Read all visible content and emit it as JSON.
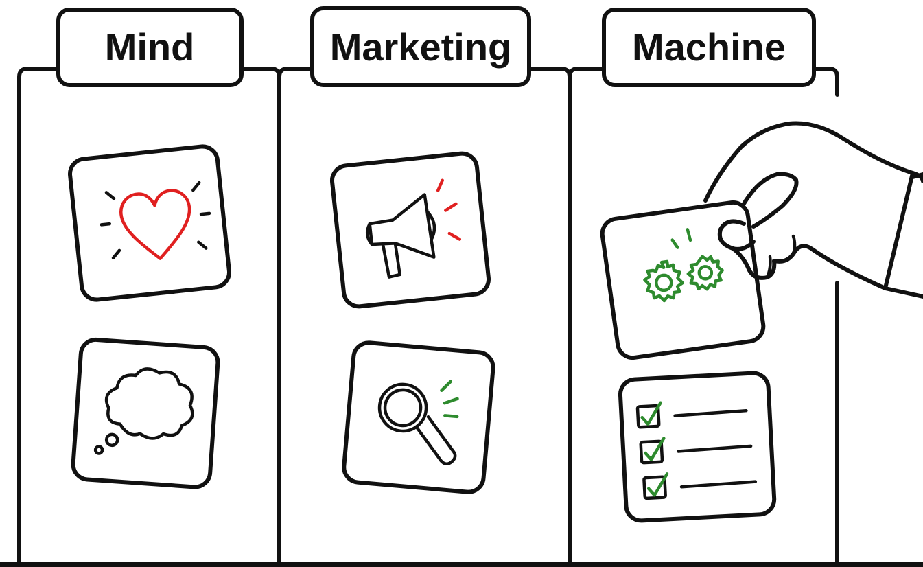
{
  "columns": [
    {
      "title": "Mind",
      "cards": [
        {
          "icon": "heart-icon"
        },
        {
          "icon": "thought-cloud-icon"
        }
      ]
    },
    {
      "title": "Marketing",
      "cards": [
        {
          "icon": "megaphone-icon"
        },
        {
          "icon": "magnifying-glass-icon"
        }
      ]
    },
    {
      "title": "Machine",
      "cards": [
        {
          "icon": "gears-icon"
        },
        {
          "icon": "checklist-icon"
        }
      ]
    }
  ],
  "colors": {
    "ink": "#111111",
    "accent_red": "#e02020",
    "accent_green": "#2e8b2e",
    "background": "#ffffff"
  }
}
